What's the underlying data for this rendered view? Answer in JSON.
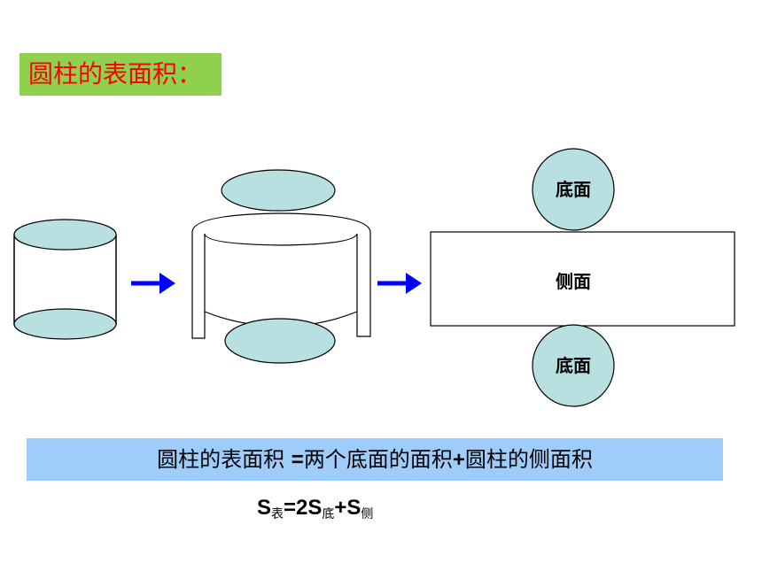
{
  "title": "圆柱的表面积：",
  "labels": {
    "top_base": "底面",
    "lateral": "侧面",
    "bottom_base": "底面"
  },
  "formula": {
    "left": "圆柱的表面积",
    "equals": "=",
    "part1": "两个底面的面积",
    "plus": "+",
    "part2": "圆柱的侧面积"
  },
  "short_formula": {
    "s1": "S",
    "sub1": "表",
    "mid1": "=2S",
    "sub2": "底",
    "mid2": "+S",
    "sub3": "侧"
  },
  "colors": {
    "title_bg": "#8fd14f",
    "title_text": "#ff0000",
    "base_fill": "#b8e0e0",
    "formula_bg": "#9ecdfb",
    "arrow": "#0000ff"
  }
}
